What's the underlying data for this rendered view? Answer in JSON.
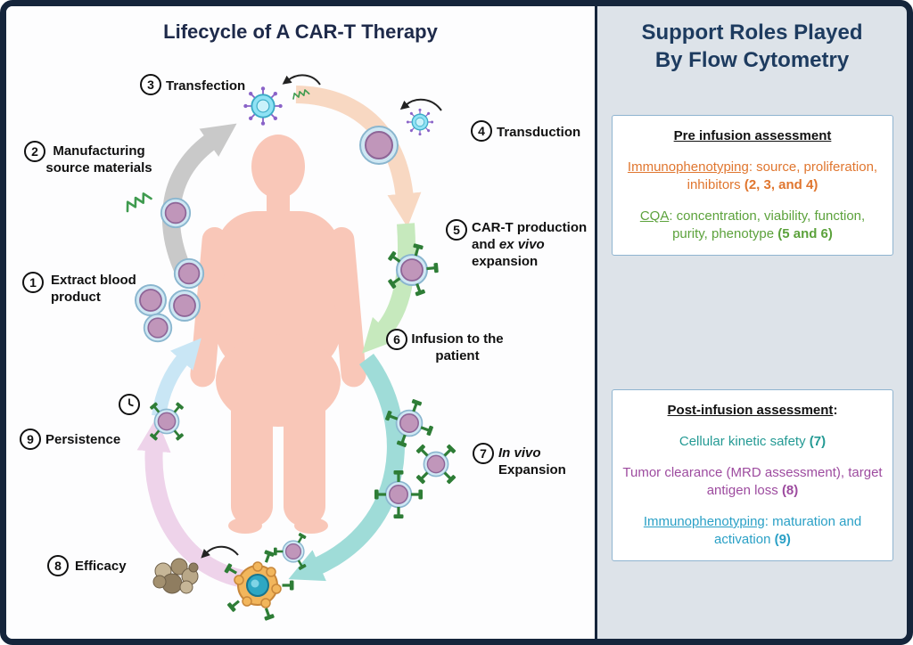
{
  "left": {
    "title": "Lifecycle of A CAR-T Therapy",
    "steps": {
      "s1": {
        "num": "1",
        "l1": "Extract blood",
        "l2": "product"
      },
      "s2": {
        "num": "2",
        "l1": "Manufacturing",
        "l2": "source materials"
      },
      "s3": {
        "num": "3",
        "l1": "Transfection"
      },
      "s4": {
        "num": "4",
        "l1": "Transduction"
      },
      "s5": {
        "num": "5",
        "l1": "CAR-T production",
        "l2a": "and ",
        "l2b": "ex vivo",
        "l3": "expansion"
      },
      "s6": {
        "num": "6",
        "l1": "Infusion to the",
        "l2": "patient"
      },
      "s7": {
        "num": "7",
        "l1": "In vivo",
        "l2": "Expansion"
      },
      "s8": {
        "num": "8",
        "l1": "Efficacy"
      },
      "s9": {
        "num": "9",
        "l1": "Persistence"
      }
    }
  },
  "right": {
    "title1": "Support Roles Played",
    "title2": "By Flow Cytometry",
    "pre_box": {
      "header": "Pre infusion assessment",
      "item1": {
        "lead": "Immunophenotyping",
        "rest": ": source, proliferation, inhibitors ",
        "bold": "(2, 3, and 4)"
      },
      "item2": {
        "lead": "CQA",
        "rest": ": concentration, viability, function, purity, phenotype ",
        "bold": "(5 and 6)"
      }
    },
    "post_box": {
      "header": "Post-infusion assessment",
      "header_colon": ":",
      "item1": {
        "rest": "Cellular kinetic safety ",
        "bold": "(7)"
      },
      "item2": {
        "rest": "Tumor clearance (MRD assessment), target antigen loss ",
        "bold": "(8)"
      },
      "item3": {
        "lead": "Immunophenotyping",
        "rest": ": maturation and activation ",
        "bold": "(9)"
      }
    }
  },
  "colors": {
    "frame_navy": "#15253b",
    "title_navy": "#1d3b5f",
    "orange": "#e0762f",
    "green": "#5ca23c",
    "teal": "#249a94",
    "purple": "#9d4b9f",
    "cyan": "#2aa0c6",
    "body_pink": "#f9c7b8",
    "arrow_gray": "#c9c9c9",
    "arrow_peach": "#f8d8c2",
    "arrow_green": "#c6e9bd",
    "arrow_teal": "#9fdcd8",
    "arrow_pink": "#eed3ea",
    "arrow_blue": "#c9e6f5"
  }
}
